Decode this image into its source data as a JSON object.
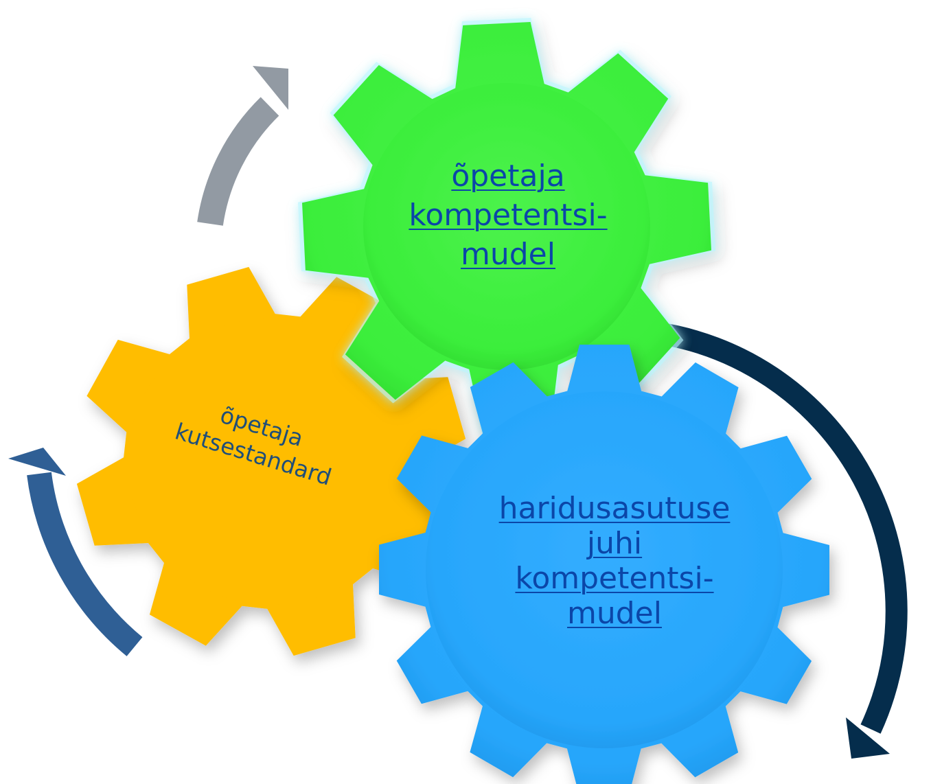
{
  "diagram": {
    "gears": [
      {
        "id": "green",
        "color": "#3ef03e",
        "lines": [
          "õpetaja",
          "kompetentsi-",
          "mudel"
        ],
        "is_link": true
      },
      {
        "id": "blue",
        "color": "#2aa9ff",
        "lines": [
          "haridusasutuse",
          "juhi",
          "kompetentsi-",
          "mudel"
        ],
        "is_link": true
      },
      {
        "id": "orange",
        "color": "#ffbd00",
        "lines": [
          "õpetaja",
          "kutsestandard"
        ],
        "is_link": false
      }
    ],
    "arrows": [
      {
        "id": "top-left",
        "color": "#929aa3"
      },
      {
        "id": "right",
        "color": "#052d4c"
      },
      {
        "id": "left",
        "color": "#2f5f95"
      }
    ],
    "link_color": "#0b46a8"
  }
}
